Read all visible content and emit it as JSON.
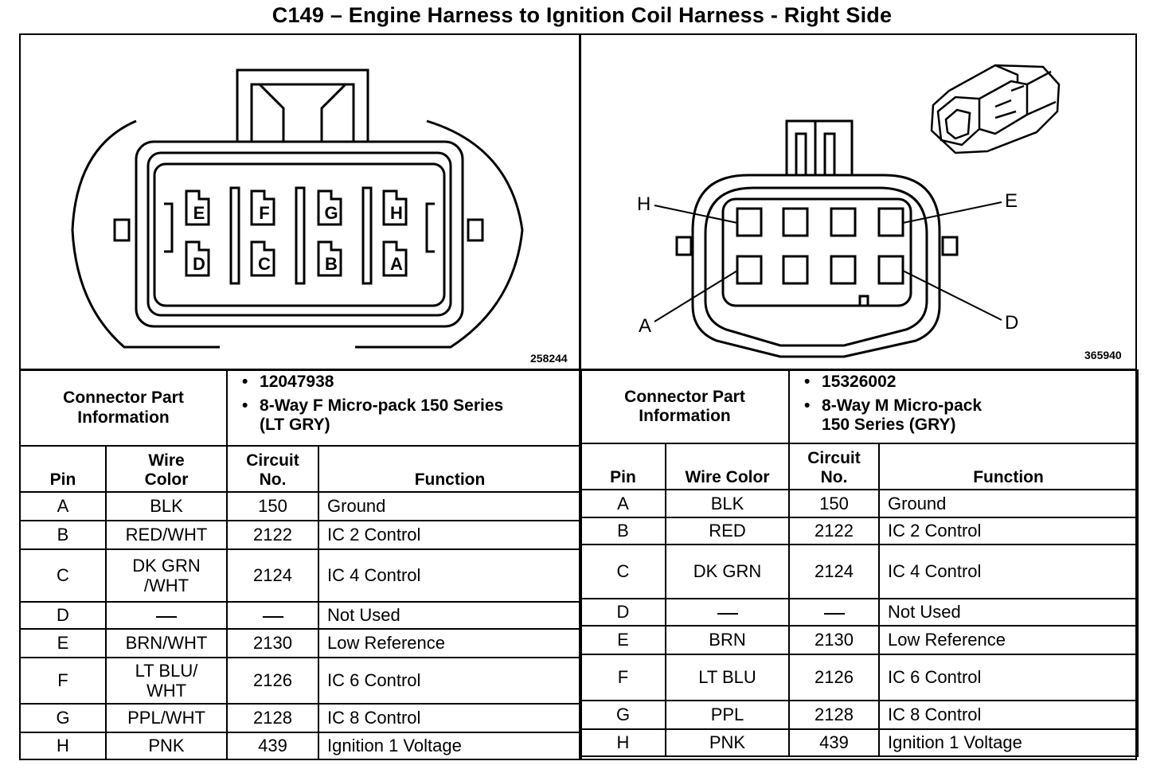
{
  "title": "C149 – Engine Harness to Ignition Coil Harness - Right Side",
  "left": {
    "figure_number": "258244",
    "cavity_labels": [
      "E",
      "F",
      "G",
      "H",
      "D",
      "C",
      "B",
      "A"
    ],
    "connector_info_label": "Connector Part Information",
    "part_number": "12047938",
    "description_line1": "8-Way F Micro-pack 150 Series",
    "description_line2": "(LT GRY)",
    "headers": {
      "pin": "Pin",
      "wire_color_1": "Wire",
      "wire_color_2": "Color",
      "circuit_1": "Circuit",
      "circuit_2": "No.",
      "function": "Function"
    },
    "rows": [
      {
        "pin": "A",
        "wire": "BLK",
        "wire2": "",
        "circuit": "150",
        "function": "Ground"
      },
      {
        "pin": "B",
        "wire": "RED/WHT",
        "wire2": "",
        "circuit": "2122",
        "function": "IC 2 Control"
      },
      {
        "pin": "C",
        "wire": "DK GRN",
        "wire2": "/WHT",
        "circuit": "2124",
        "function": "IC 4 Control"
      },
      {
        "pin": "D",
        "wire": "",
        "wire2": "",
        "circuit": "",
        "function": "Not Used"
      },
      {
        "pin": "E",
        "wire": "BRN/WHT",
        "wire2": "",
        "circuit": "2130",
        "function": "Low Reference"
      },
      {
        "pin": "F",
        "wire": "LT BLU/",
        "wire2": "WHT",
        "circuit": "2126",
        "function": "IC 6 Control"
      },
      {
        "pin": "G",
        "wire": "PPL/WHT",
        "wire2": "",
        "circuit": "2128",
        "function": "IC 8 Control"
      },
      {
        "pin": "H",
        "wire": "PNK",
        "wire2": "",
        "circuit": "439",
        "function": "Ignition 1 Voltage"
      }
    ]
  },
  "right": {
    "figure_number": "365940",
    "callouts": {
      "h": "H",
      "e": "E",
      "a": "A",
      "d": "D"
    },
    "connector_info_label": "Connector Part Information",
    "part_number": "15326002",
    "description_line1": "8-Way M Micro-pack",
    "description_line2": "150 Series (GRY)",
    "headers": {
      "pin": "Pin",
      "wire_color": "Wire Color",
      "circuit_1": "Circuit",
      "circuit_2": "No.",
      "function": "Function"
    },
    "rows": [
      {
        "pin": "A",
        "wire": "BLK",
        "circuit": "150",
        "function": "Ground"
      },
      {
        "pin": "B",
        "wire": "RED",
        "circuit": "2122",
        "function": "IC 2 Control"
      },
      {
        "pin": "C",
        "wire": "DK GRN",
        "circuit": "2124",
        "function": "IC 4 Control"
      },
      {
        "pin": "D",
        "wire": "",
        "circuit": "",
        "function": "Not Used"
      },
      {
        "pin": "E",
        "wire": "BRN",
        "circuit": "2130",
        "function": "Low Reference"
      },
      {
        "pin": "F",
        "wire": "LT BLU",
        "circuit": "2126",
        "function": "IC 6 Control"
      },
      {
        "pin": "G",
        "wire": "PPL",
        "circuit": "2128",
        "function": "IC 8 Control"
      },
      {
        "pin": "H",
        "wire": "PNK",
        "circuit": "439",
        "function": "Ignition 1 Voltage"
      }
    ]
  }
}
